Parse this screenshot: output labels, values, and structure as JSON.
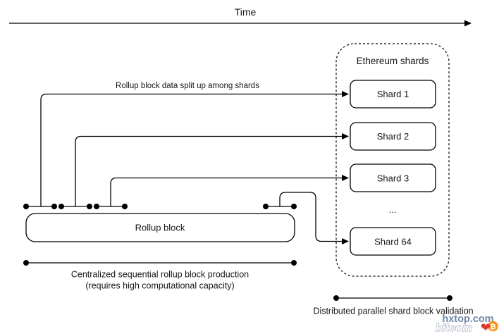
{
  "timeline": {
    "label": "Time"
  },
  "shards_panel": {
    "title": "Ethereum shards",
    "items": [
      "Shard 1",
      "Shard 2",
      "Shard 3",
      "Shard 64"
    ],
    "ellipsis": "..."
  },
  "rollup": {
    "split_label": "Rollup block data split up among shards",
    "block_label": "Rollup block",
    "production_caption": [
      "Centralized sequential rollup block production",
      "(requires high computational capacity)"
    ],
    "validation_caption": "Distributed parallel shard block validation"
  },
  "watermark": {
    "site": "hxtop.com",
    "brand": "bitcoin",
    "heart": "❤",
    "coin": "₿"
  },
  "colors": {
    "line": "#000000",
    "text": "#161616",
    "background": "#ffffff",
    "watermark_site": "#7087a9",
    "watermark_heart": "#da3832",
    "watermark_coin": "#f7931a"
  }
}
